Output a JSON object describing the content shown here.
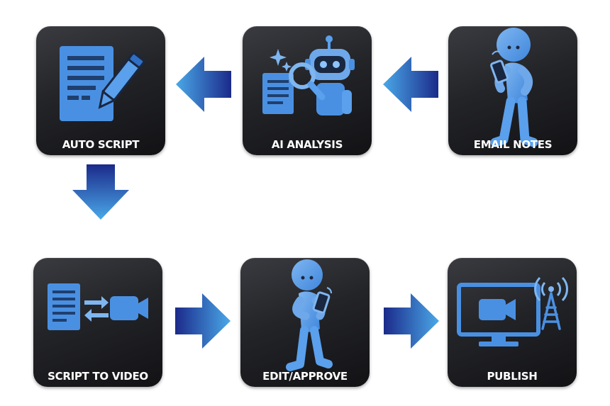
{
  "steps": [
    {
      "label": "AUTO SCRIPT",
      "icon": "document-pencil-icon"
    },
    {
      "label": "AI ANALYSIS",
      "icon": "robot-magnifier-icon"
    },
    {
      "label": "EMAIL NOTES",
      "icon": "person-phone-icon"
    },
    {
      "label": "SCRIPT TO VIDEO",
      "icon": "document-to-video-icon"
    },
    {
      "label": "EDIT/APPROVE",
      "icon": "person-phone-icon"
    },
    {
      "label": "PUBLISH",
      "icon": "monitor-broadcast-icon"
    }
  ],
  "colors": {
    "icon_blue": "#4a90e2",
    "icon_light": "#7fb6f0",
    "arrow_dark": "#1b2a8a",
    "arrow_light": "#4aa8e8",
    "tile_dark": "#1c1d21"
  }
}
